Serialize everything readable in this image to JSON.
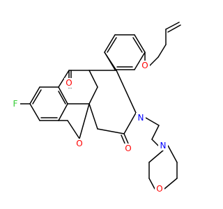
{
  "colors": {
    "background": "#ffffff",
    "bond": "#000000",
    "oxygen": "#ff0000",
    "nitrogen": "#0000ff",
    "fluorine": "#33cc33"
  },
  "atoms": {
    "F": "F",
    "O_ketone": "O",
    "O_ring": "O",
    "O_lactam": "O",
    "N_lactam": "N",
    "N_morph": "N",
    "O_morph": "O",
    "O_ether": "O"
  }
}
